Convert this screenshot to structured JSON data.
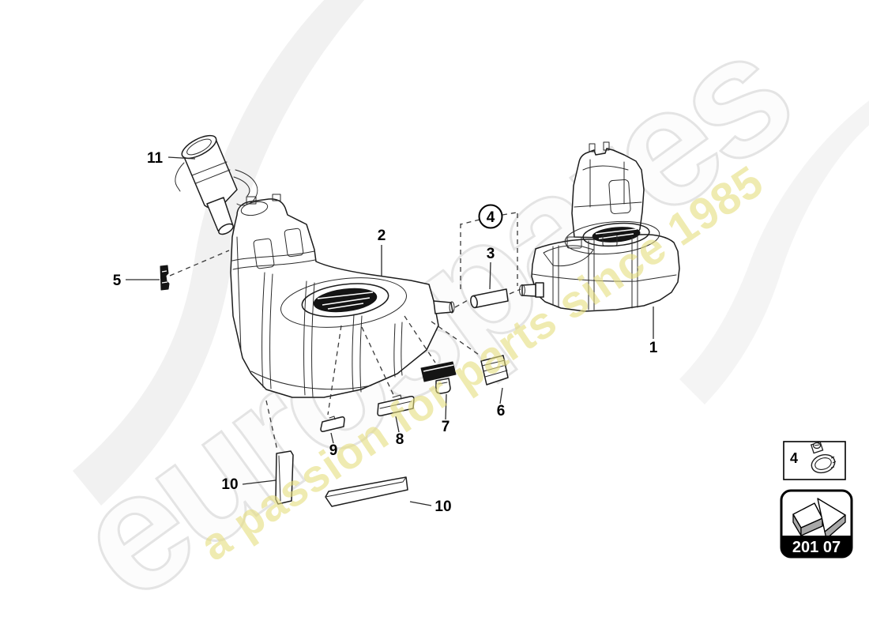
{
  "watermark": {
    "brand": "eurospares",
    "tagline": "a passion for parts since 1985",
    "brand_outline_color": "#e4e4e4",
    "tagline_color": "#e6de7e"
  },
  "callouts": {
    "c1": "1",
    "c2": "2",
    "c3": "3",
    "c4": "4",
    "c5": "5",
    "c6": "6",
    "c7": "7",
    "c8": "8",
    "c9": "9",
    "c10": "10",
    "c11": "11"
  },
  "legend": {
    "part_number": "4",
    "icon": "hose-clamp-icon"
  },
  "section_badge": {
    "code": "201 07",
    "icon": "direction-arrow-icon"
  },
  "colors": {
    "line": "#1c1c1c",
    "background": "#ffffff",
    "swoosh": "#f1f1f1",
    "badge_bar": "#000000",
    "arrow_side_fill": "#a8a8a8"
  }
}
